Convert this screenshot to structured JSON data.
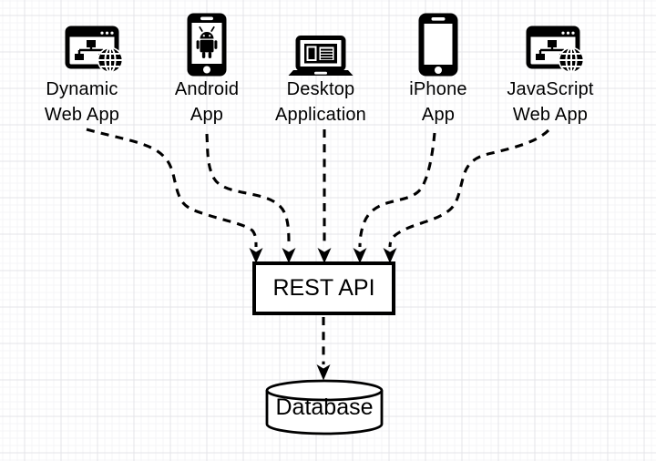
{
  "canvas": {
    "style": "grid-paper",
    "colors": {
      "ink": "#000000",
      "paper": "#ffffff",
      "grid_minor": "#f4f4f7",
      "grid_major": "#e4e4e9"
    }
  },
  "nodes": [
    {
      "id": "dynamic-web-app",
      "icon": "browser-sitemap-globe-icon",
      "label_line1": "Dynamic",
      "label_line2": "Web App"
    },
    {
      "id": "android-app",
      "icon": "android-smartphone-icon",
      "label_line1": "Android",
      "label_line2": "App"
    },
    {
      "id": "desktop-application",
      "icon": "laptop-icon",
      "label_line1": "Desktop",
      "label_line2": "Application"
    },
    {
      "id": "iphone-app",
      "icon": "smartphone-icon",
      "label_line1": "iPhone",
      "label_line2": "App"
    },
    {
      "id": "javascript-web-app",
      "icon": "browser-sitemap-globe-icon",
      "label_line1": "JavaScript",
      "label_line2": "Web App"
    }
  ],
  "rest_api": {
    "label": "REST API"
  },
  "database": {
    "label": "Database"
  },
  "edges": [
    {
      "from": "Dynamic Web App",
      "to": "REST API",
      "style": "dashed-arrow"
    },
    {
      "from": "Android App",
      "to": "REST API",
      "style": "dashed-arrow"
    },
    {
      "from": "Desktop Application",
      "to": "REST API",
      "style": "dashed-arrow"
    },
    {
      "from": "iPhone App",
      "to": "REST API",
      "style": "dashed-arrow"
    },
    {
      "from": "JavaScript Web App",
      "to": "REST API",
      "style": "dashed-arrow"
    },
    {
      "from": "REST API",
      "to": "Database",
      "style": "dashed-arrow"
    }
  ]
}
